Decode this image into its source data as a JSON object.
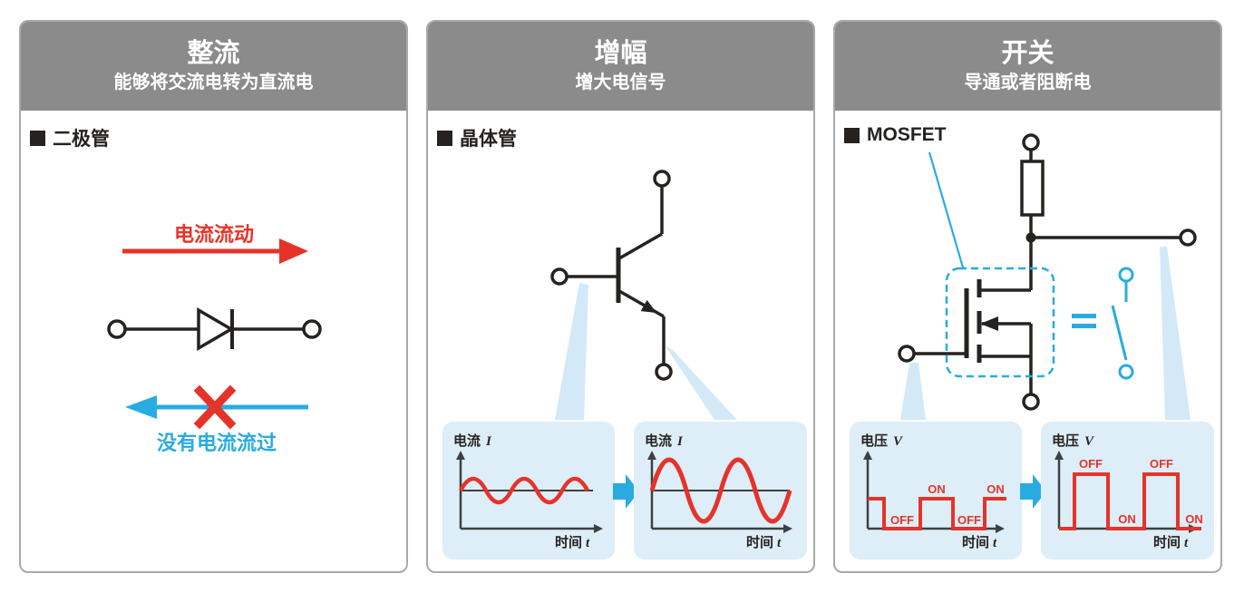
{
  "colors": {
    "header_bg": "#8b8b8b",
    "red": "#e6332a",
    "blue": "#29abe2",
    "chart_bg": "#ddeef8",
    "beam": "#d3e9f8",
    "ink": "#262220"
  },
  "panels": [
    {
      "title": "整流",
      "subtitle": "能够将交流电转为直流电",
      "component": "二极管",
      "flow_label": "电流流动",
      "no_flow_label": "没有电流流过"
    },
    {
      "title": "增幅",
      "subtitle": "增大电信号",
      "component": "晶体管",
      "charts": [
        {
          "ylabel": "电流",
          "yvar": "I",
          "xlabel": "时间",
          "xvar": "t",
          "wave": "sine",
          "amplitude": "small"
        },
        {
          "ylabel": "电流",
          "yvar": "I",
          "xlabel": "时间",
          "xvar": "t",
          "wave": "sine",
          "amplitude": "large"
        }
      ]
    },
    {
      "title": "开关",
      "subtitle": "导通或者阻断电",
      "component": "MOSFET",
      "charts": [
        {
          "ylabel": "电压",
          "yvar": "V",
          "xlabel": "时间",
          "xvar": "t",
          "wave": "square",
          "amplitude": "small",
          "marks": [
            "OFF",
            "ON",
            "OFF",
            "ON"
          ]
        },
        {
          "ylabel": "电压",
          "yvar": "V",
          "xlabel": "时间",
          "xvar": "t",
          "wave": "square",
          "amplitude": "large",
          "marks": [
            "OFF",
            "ON",
            "OFF",
            "ON"
          ]
        }
      ]
    }
  ]
}
